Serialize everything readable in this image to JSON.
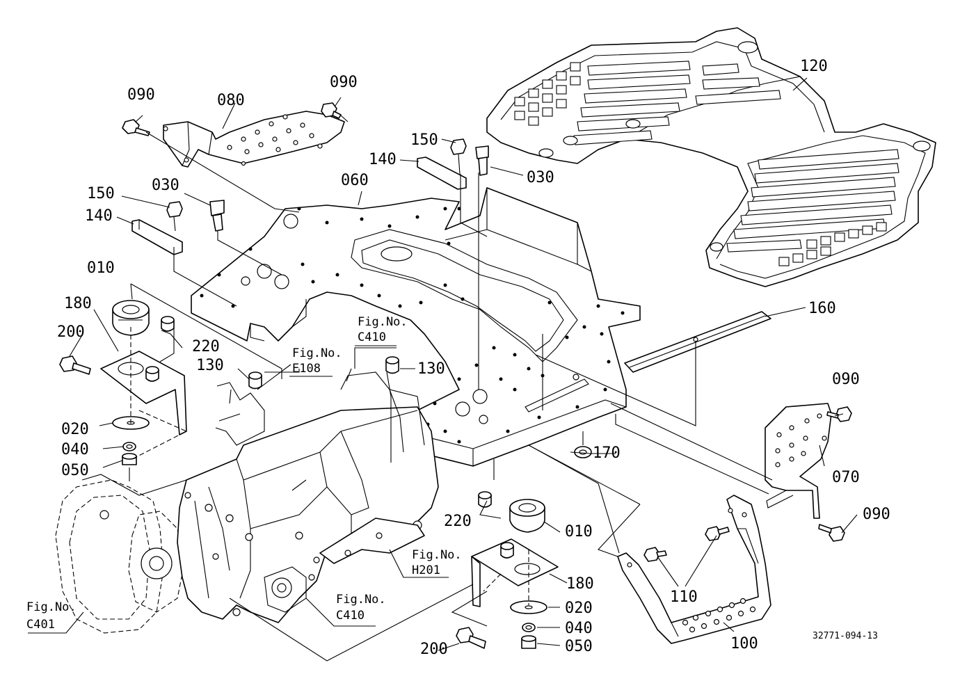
{
  "diagram": {
    "document_code": "32771-094-13",
    "part_labels": {
      "p090_a": "090",
      "p080": "080",
      "p090_b": "090",
      "p150_a": "150",
      "p140_a": "140",
      "p030_a": "030",
      "p060": "060",
      "p150_b": "150",
      "p030_b": "030",
      "p140_b": "140",
      "p120": "120",
      "p010_a": "010",
      "p180_a": "180",
      "p200_a": "200",
      "p220_a": "220",
      "p130_a": "130",
      "p130_b": "130",
      "p160": "160",
      "p020_a": "020",
      "p040_a": "040",
      "p050_a": "050",
      "p090_c": "090",
      "p070": "070",
      "p090_d": "090",
      "p170": "170",
      "p220_b": "220",
      "p010_b": "010",
      "p180_b": "180",
      "p020_b": "020",
      "p040_b": "040",
      "p050_b": "050",
      "p200_b": "200",
      "p110": "110",
      "p100": "100"
    },
    "figure_refs": {
      "c410_top": {
        "line1": "Fig.No.",
        "line2": "C410"
      },
      "e108": {
        "line1": "Fig.No.",
        "line2": "E108"
      },
      "h201": {
        "line1": "Fig.No.",
        "line2": "H201"
      },
      "c410_bottom": {
        "line1": "Fig.No.",
        "line2": "C410"
      },
      "c401": {
        "line1": "Fig.No.",
        "line2": "C401"
      }
    }
  }
}
